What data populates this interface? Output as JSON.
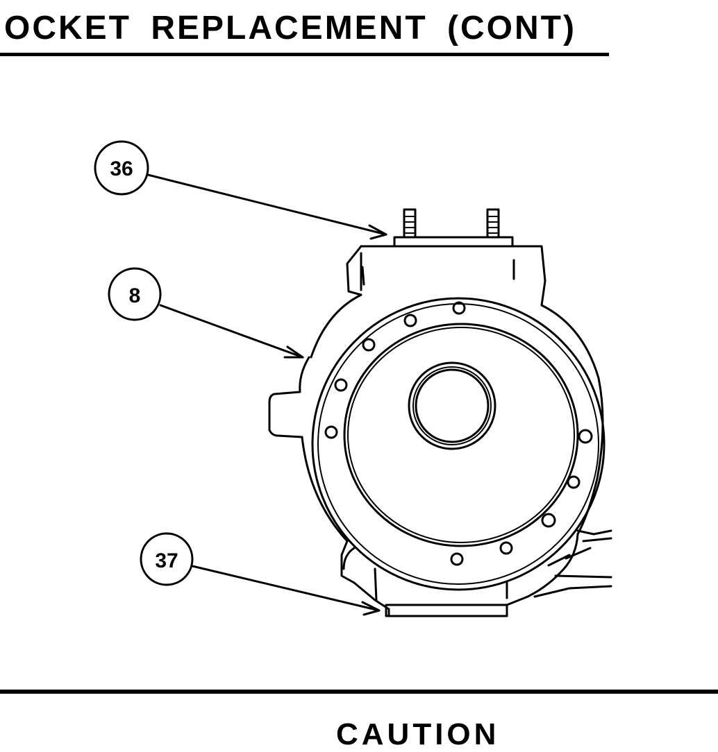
{
  "header": {
    "title": "OCKET REPLACEMENT (CONT)"
  },
  "figure": {
    "callouts": [
      {
        "id": "36",
        "label": "36"
      },
      {
        "id": "8",
        "label": "8"
      },
      {
        "id": "37",
        "label": "37"
      }
    ]
  },
  "footer": {
    "caution_heading": "CAUTION"
  }
}
